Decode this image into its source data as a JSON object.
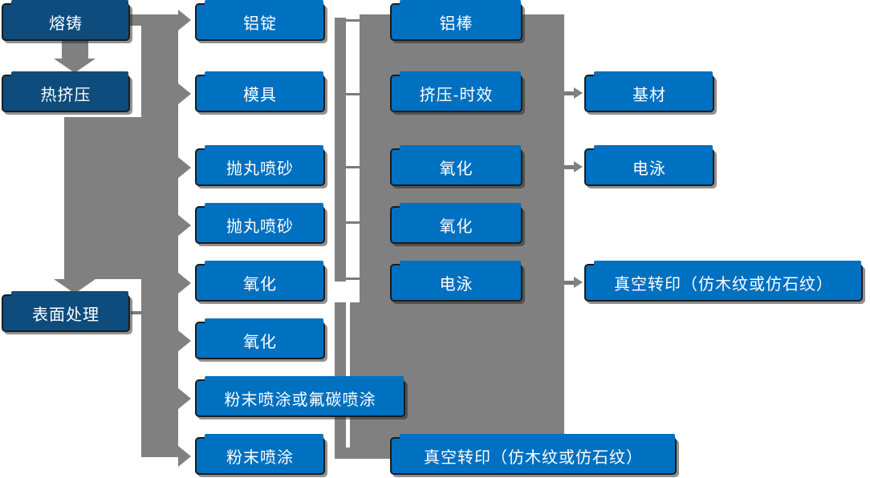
{
  "diagram": {
    "type": "flowchart",
    "colors": {
      "node_blue": "#0070c0",
      "node_dark_blue": "#0d4c7d",
      "connector_gray": "#808080",
      "node_border": "#1c1c1c",
      "node_text": "#ffffff",
      "background": "#ffffff"
    },
    "stage_column": {
      "items": [
        "熔铸",
        "热挤压",
        "表面处理"
      ]
    },
    "process_column_a": {
      "items": [
        "铝锭",
        "模具",
        "抛丸喷砂",
        "抛丸喷砂",
        "氧化",
        "氧化",
        "粉末喷涂或氟碳喷涂",
        "粉末喷涂"
      ]
    },
    "process_column_b": {
      "items": [
        "铝棒",
        "挤压-时效",
        "氧化",
        "氧化",
        "电泳",
        "真空转印（仿木纹或仿石纹）"
      ]
    },
    "output_column": {
      "items": [
        "基材",
        "电泳",
        "真空转印（仿木纹或仿石纹）"
      ]
    },
    "edges": [
      {
        "from": "熔铸",
        "to": "铝锭"
      },
      {
        "from": "熔铸",
        "to": "热挤压"
      },
      {
        "from": "热挤压",
        "to": "模具"
      },
      {
        "from": "热挤压",
        "to": "抛丸喷砂"
      },
      {
        "from": "热挤压",
        "to": "氧化"
      },
      {
        "from": "热挤压",
        "to": "表面处理"
      },
      {
        "from": "表面处理",
        "to": "氧化"
      },
      {
        "from": "表面处理",
        "to": "粉末喷涂或氟碳喷涂"
      },
      {
        "from": "表面处理",
        "to": "粉末喷涂"
      },
      {
        "from": "挤压-时效",
        "to": "基材"
      },
      {
        "from": "氧化",
        "to": "电泳"
      },
      {
        "from": "电泳",
        "to": "真空转印（仿木纹或仿石纹）"
      }
    ]
  }
}
